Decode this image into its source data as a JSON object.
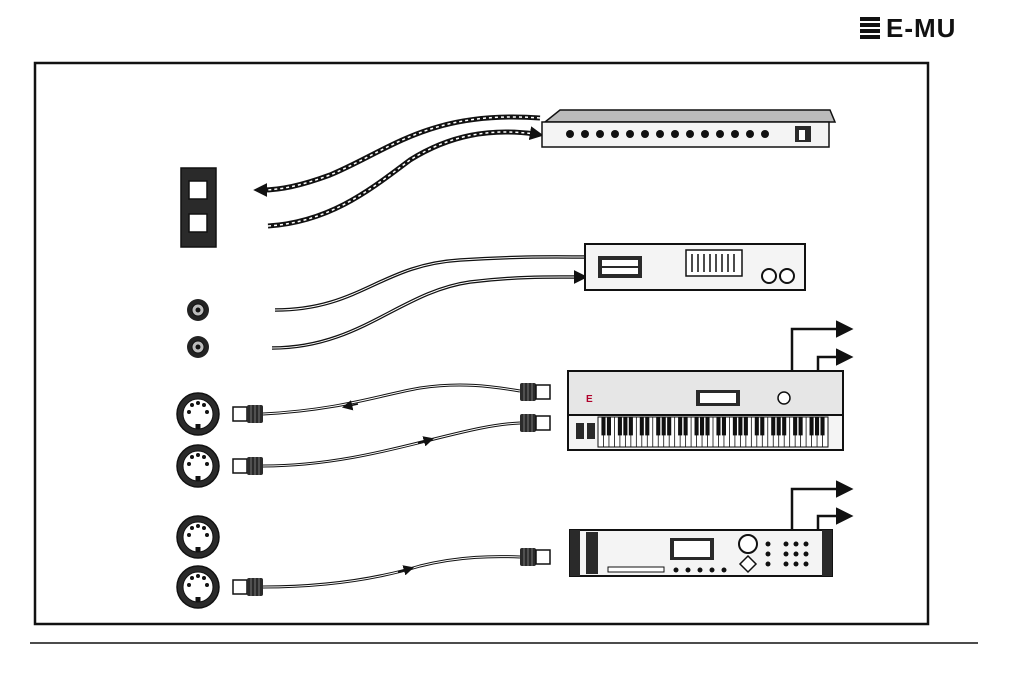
{
  "header": {
    "brand_text": "E-MU"
  },
  "colors": {
    "ink": "#111111",
    "device_fill": "#f4f4f4",
    "device_shade": "#d8d8d8",
    "jack_panel": "#2a2a2a",
    "cable": "#222222"
  },
  "diagram": {
    "left_connectors": [
      "optical-jack-out",
      "optical-jack-in",
      "coax-jack-1",
      "coax-jack-2",
      "midi-din-1",
      "midi-din-2",
      "midi-din-3",
      "midi-din-4"
    ],
    "devices": [
      "rack-mixer",
      "digital-effects-unit",
      "keyboard-synthesizer",
      "rack-sound-module"
    ],
    "external_outputs": 4
  }
}
